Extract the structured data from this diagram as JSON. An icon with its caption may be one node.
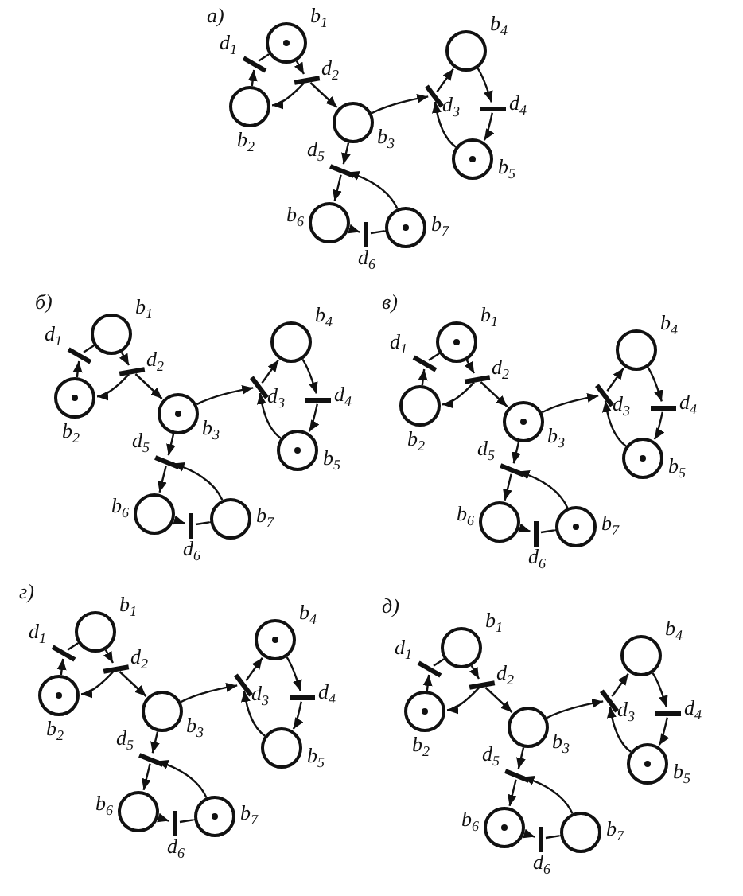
{
  "diagram": {
    "nodes": [
      {
        "text": [],
        "shape": "circle",
        "beside": [
          "b$_{1}$"
        ]
      },
      {
        "text": [],
        "shape": "circle",
        "beside": [
          "b$_{2}$"
        ]
      },
      {
        "text": [],
        "shape": "circle",
        "beside": [
          "b$_{3}$"
        ]
      },
      {
        "text": [],
        "shape": "circle",
        "beside": [
          "b$_{4}$"
        ]
      },
      {
        "text": [],
        "shape": "circle",
        "beside": [
          "b$_{5}$"
        ]
      },
      {
        "text": [],
        "shape": "circle",
        "beside": [
          "b$_{6}$"
        ]
      },
      {
        "text": [],
        "shape": "circle",
        "beside": [
          "b$_{7}$"
        ]
      },
      {
        "text": [],
        "shape": "bar",
        "beside": [
          "d$_{1}$"
        ]
      },
      {
        "text": [],
        "shape": "bar",
        "beside": [
          "d$_{2}$"
        ]
      },
      {
        "text": [],
        "shape": "bar",
        "beside": [
          "d$_{3}$"
        ]
      },
      {
        "text": [],
        "shape": "bar",
        "beside": [
          "d$_{4}$"
        ]
      },
      {
        "text": [],
        "shape": "bar",
        "beside": [
          "d$_{5}$"
        ]
      },
      {
        "text": [],
        "shape": "bar",
        "beside": [
          "d$_{6}$"
        ]
      },
      {
        "text": [],
        "shape": "circle",
        "beside": [
          "b$_{1}$"
        ]
      },
      {
        "text": [],
        "shape": "circle",
        "beside": [
          "b$_{2}$"
        ]
      },
      {
        "text": [],
        "shape": "circle",
        "beside": [
          "b$_{3}$"
        ]
      },
      {
        "text": [],
        "shape": "circle",
        "beside": [
          "b$_{4}$"
        ]
      },
      {
        "text": [],
        "shape": "circle",
        "beside": [
          "b$_{5}$"
        ]
      },
      {
        "text": [],
        "shape": "circle",
        "beside": [
          "b$_{6}$"
        ]
      },
      {
        "text": [],
        "shape": "circle",
        "beside": [
          "b$_{7}$"
        ]
      },
      {
        "text": [],
        "shape": "bar",
        "beside": [
          "d$_{1}$"
        ]
      },
      {
        "text": [],
        "shape": "bar",
        "beside": [
          "d$_{2}$"
        ]
      },
      {
        "text": [],
        "shape": "bar",
        "beside": [
          "d$_{3}$"
        ]
      },
      {
        "text": [],
        "shape": "bar",
        "beside": [
          "d$_{4}$"
        ]
      },
      {
        "text": [],
        "shape": "bar",
        "beside": [
          "d$_{5}$"
        ]
      },
      {
        "text": [],
        "shape": "bar",
        "beside": [
          "d$_{6}$"
        ]
      },
      {
        "text": [],
        "shape": "circle",
        "beside": [
          "b$_{1}$"
        ]
      },
      {
        "text": [],
        "shape": "circle",
        "beside": [
          "b$_{2}$"
        ]
      },
      {
        "text": [],
        "shape": "circle",
        "beside": [
          "b$_{3}$"
        ]
      },
      {
        "text": [],
        "shape": "circle",
        "beside": [
          "b$_{4}$"
        ]
      },
      {
        "text": [],
        "shape": "circle",
        "beside": [
          "b$_{5}$"
        ]
      },
      {
        "text": [],
        "shape": "circle",
        "beside": [
          "b$_{6}$"
        ]
      },
      {
        "text": [],
        "shape": "circle",
        "beside": [
          "b$_{7}$"
        ]
      },
      {
        "text": [],
        "shape": "bar",
        "beside": [
          "d$_{1}$"
        ]
      },
      {
        "text": [],
        "shape": "bar",
        "beside": [
          "d$_{2}$"
        ]
      },
      {
        "text": [],
        "shape": "bar",
        "beside": [
          "d$_{3}$"
        ]
      },
      {
        "text": [],
        "shape": "bar",
        "beside": [
          "d$_{4}$"
        ]
      },
      {
        "text": [],
        "shape": "bar",
        "beside": [
          "d$_{5}$"
        ]
      },
      {
        "text": [],
        "shape": "bar",
        "beside": [
          "d$_{6}$"
        ]
      },
      {
        "text": [],
        "shape": "circle",
        "beside": [
          "b$_{1}$"
        ]
      },
      {
        "text": [],
        "shape": "circle",
        "beside": [
          "b$_{2}$"
        ]
      },
      {
        "text": [],
        "shape": "circle",
        "beside": [
          "b$_{3}$"
        ]
      },
      {
        "text": [],
        "shape": "circle",
        "beside": [
          "b$_{4}$"
        ]
      },
      {
        "text": [],
        "shape": "circle",
        "beside": [
          "b$_{5}$"
        ]
      },
      {
        "text": [],
        "shape": "circle",
        "beside": [
          "b$_{6}$"
        ]
      },
      {
        "text": [],
        "shape": "circle",
        "beside": [
          "b$_{7}$"
        ]
      },
      {
        "text": [],
        "shape": "bar",
        "beside": [
          "d$_{1}$"
        ]
      },
      {
        "text": [],
        "shape": "bar",
        "beside": [
          "d$_{2}$"
        ]
      },
      {
        "text": [],
        "shape": "bar",
        "beside": [
          "d$_{3}$"
        ]
      },
      {
        "text": [],
        "shape": "bar",
        "beside": [
          "d$_{4}$"
        ]
      },
      {
        "text": [],
        "shape": "bar",
        "beside": [
          "d$_{5}$"
        ]
      },
      {
        "text": [],
        "shape": "bar",
        "beside": [
          "d$_{6}$"
        ]
      },
      {
        "text": [],
        "shape": "circle",
        "beside": [
          "b$_{1}$"
        ]
      },
      {
        "text": [],
        "shape": "circle",
        "beside": [
          "b$_{2}$"
        ]
      },
      {
        "text": [],
        "shape": "circle",
        "beside": [
          "b$_{3}$"
        ]
      },
      {
        "text": [],
        "shape": "circle",
        "beside": [
          "b$_{4}$"
        ]
      },
      {
        "text": [],
        "shape": "circle",
        "beside": [
          "b$_{5}$"
        ]
      },
      {
        "text": [],
        "shape": "circle",
        "beside": [
          "b$_{6}$"
        ]
      },
      {
        "text": [],
        "shape": "circle",
        "beside": [
          "b$_{7}$"
        ]
      },
      {
        "text": [],
        "shape": "bar",
        "beside": [
          "d$_{1}$"
        ]
      },
      {
        "text": [],
        "shape": "bar",
        "beside": [
          "d$_{2}$"
        ]
      },
      {
        "text": [],
        "shape": "bar",
        "beside": [
          "d$_{3}$"
        ]
      },
      {
        "text": [],
        "shape": "bar",
        "beside": [
          "d$_{4}$"
        ]
      },
      {
        "text": [],
        "shape": "bar",
        "beside": [
          "d$_{5}$"
        ]
      },
      {
        "text": [],
        "shape": "bar",
        "beside": [
          "d$_{6}$"
        ]
      },
      {
        "text": [],
        "shape": "dot",
        "in": 0
      },
      {
        "text": [],
        "shape": "dot",
        "in": 4
      },
      {
        "text": [],
        "shape": "dot",
        "in": 6
      },
      {
        "text": [],
        "shape": "dot",
        "in": 14
      },
      {
        "text": [],
        "shape": "dot",
        "in": 15
      },
      {
        "text": [],
        "shape": "dot",
        "in": 17
      },
      {
        "text": [],
        "shape": "dot",
        "in": 26
      },
      {
        "text": [],
        "shape": "dot",
        "in": 28
      },
      {
        "text": [],
        "shape": "dot",
        "in": 30
      },
      {
        "text": [],
        "shape": "dot",
        "in": 32
      },
      {
        "text": [],
        "shape": "dot",
        "in": 40
      },
      {
        "text": [],
        "shape": "dot",
        "in": 42
      },
      {
        "text": [],
        "shape": "dot",
        "in": 45
      },
      {
        "text": [],
        "shape": "dot",
        "in": 53
      },
      {
        "text": [],
        "shape": "dot",
        "in": 56
      },
      {
        "text": [],
        "shape": "dot",
        "in": 57
      }
    ],
    "edges": [
      {
        "from": 1,
        "to": 7,
        "arrow": "to"
      },
      {
        "from": 7,
        "to": 0,
        "arrow": "to"
      },
      {
        "from": 0,
        "to": 8,
        "arrow": "to"
      },
      {
        "from": 8,
        "to": 1,
        "arrow": "to"
      },
      {
        "from": 8,
        "to": 2,
        "arrow": "to"
      },
      {
        "from": 2,
        "to": 9,
        "arrow": "to"
      },
      {
        "from": 4,
        "to": 9,
        "arrow": "to"
      },
      {
        "from": 9,
        "to": 3,
        "arrow": "to"
      },
      {
        "from": 3,
        "to": 10,
        "arrow": "to"
      },
      {
        "from": 10,
        "to": 4,
        "arrow": "to"
      },
      {
        "from": 2,
        "to": 11,
        "arrow": "to"
      },
      {
        "from": 6,
        "to": 11,
        "arrow": "to"
      },
      {
        "from": 11,
        "to": 5,
        "arrow": "to"
      },
      {
        "from": 5,
        "to": 12,
        "arrow": "to"
      },
      {
        "from": 12,
        "to": 6,
        "arrow": "to"
      },
      {
        "from": 14,
        "to": 20,
        "arrow": "to"
      },
      {
        "from": 20,
        "to": 13,
        "arrow": "to"
      },
      {
        "from": 13,
        "to": 21,
        "arrow": "to"
      },
      {
        "from": 21,
        "to": 14,
        "arrow": "to"
      },
      {
        "from": 21,
        "to": 15,
        "arrow": "to"
      },
      {
        "from": 15,
        "to": 22,
        "arrow": "to"
      },
      {
        "from": 17,
        "to": 22,
        "arrow": "to"
      },
      {
        "from": 22,
        "to": 16,
        "arrow": "to"
      },
      {
        "from": 16,
        "to": 23,
        "arrow": "to"
      },
      {
        "from": 23,
        "to": 17,
        "arrow": "to"
      },
      {
        "from": 15,
        "to": 24,
        "arrow": "to"
      },
      {
        "from": 19,
        "to": 24,
        "arrow": "to"
      },
      {
        "from": 24,
        "to": 18,
        "arrow": "to"
      },
      {
        "from": 18,
        "to": 25,
        "arrow": "to"
      },
      {
        "from": 25,
        "to": 19,
        "arrow": "to"
      },
      {
        "from": 27,
        "to": 33,
        "arrow": "to"
      },
      {
        "from": 33,
        "to": 26,
        "arrow": "to"
      },
      {
        "from": 26,
        "to": 34,
        "arrow": "to"
      },
      {
        "from": 34,
        "to": 27,
        "arrow": "to"
      },
      {
        "from": 34,
        "to": 28,
        "arrow": "to"
      },
      {
        "from": 28,
        "to": 35,
        "arrow": "to"
      },
      {
        "from": 30,
        "to": 35,
        "arrow": "to"
      },
      {
        "from": 35,
        "to": 29,
        "arrow": "to"
      },
      {
        "from": 29,
        "to": 36,
        "arrow": "to"
      },
      {
        "from": 36,
        "to": 30,
        "arrow": "to"
      },
      {
        "from": 28,
        "to": 37,
        "arrow": "to"
      },
      {
        "from": 32,
        "to": 37,
        "arrow": "to"
      },
      {
        "from": 37,
        "to": 31,
        "arrow": "to"
      },
      {
        "from": 31,
        "to": 38,
        "arrow": "to"
      },
      {
        "from": 38,
        "to": 32,
        "arrow": "to"
      },
      {
        "from": 40,
        "to": 46,
        "arrow": "to"
      },
      {
        "from": 46,
        "to": 39,
        "arrow": "to"
      },
      {
        "from": 39,
        "to": 47,
        "arrow": "to"
      },
      {
        "from": 47,
        "to": 40,
        "arrow": "to"
      },
      {
        "from": 47,
        "to": 41,
        "arrow": "to"
      },
      {
        "from": 41,
        "to": 48,
        "arrow": "to"
      },
      {
        "from": 43,
        "to": 48,
        "arrow": "to"
      },
      {
        "from": 48,
        "to": 42,
        "arrow": "to"
      },
      {
        "from": 42,
        "to": 49,
        "arrow": "to"
      },
      {
        "from": 49,
        "to": 43,
        "arrow": "to"
      },
      {
        "from": 41,
        "to": 50,
        "arrow": "to"
      },
      {
        "from": 45,
        "to": 50,
        "arrow": "to"
      },
      {
        "from": 50,
        "to": 44,
        "arrow": "to"
      },
      {
        "from": 44,
        "to": 51,
        "arrow": "to"
      },
      {
        "from": 51,
        "to": 45,
        "arrow": "to"
      },
      {
        "from": 53,
        "to": 59,
        "arrow": "to"
      },
      {
        "from": 59,
        "to": 52,
        "arrow": "to"
      },
      {
        "from": 52,
        "to": 60,
        "arrow": "to"
      },
      {
        "from": 60,
        "to": 53,
        "arrow": "to"
      },
      {
        "from": 60,
        "to": 54,
        "arrow": "to"
      },
      {
        "from": 54,
        "to": 61,
        "arrow": "to"
      },
      {
        "from": 56,
        "to": 61,
        "arrow": "to"
      },
      {
        "from": 61,
        "to": 55,
        "arrow": "to"
      },
      {
        "from": 55,
        "to": 62,
        "arrow": "to"
      },
      {
        "from": 62,
        "to": 56,
        "arrow": "to"
      },
      {
        "from": 54,
        "to": 63,
        "arrow": "to"
      },
      {
        "from": 58,
        "to": 63,
        "arrow": "to"
      },
      {
        "from": 63,
        "to": 57,
        "arrow": "to"
      },
      {
        "from": 57,
        "to": 64,
        "arrow": "to"
      },
      {
        "from": 64,
        "to": 58,
        "arrow": "to"
      }
    ],
    "labels": [
      "а)",
      "б)",
      "в)",
      "г)",
      "д)"
    ]
  }
}
